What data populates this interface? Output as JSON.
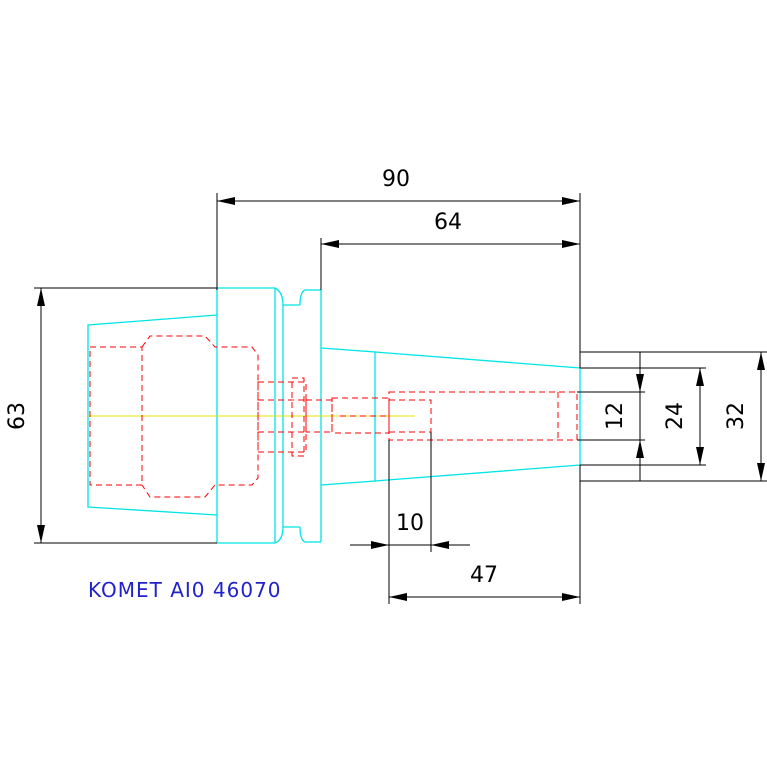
{
  "drawing": {
    "dimensions": {
      "overall_length": "90",
      "taper_length": "64",
      "flange_diameter": "63",
      "bore_diameter": "12",
      "mid_diameter": "24",
      "shank_diameter": "32",
      "offset": "10",
      "bore_depth": "47"
    },
    "caption": "KOMET AI0 46070",
    "colors": {
      "outline": "#00e5e5",
      "hidden_lines": "#ff0000",
      "centerline": "#e5e500",
      "dimension_lines": "#000000",
      "caption": "#2222cc"
    }
  }
}
